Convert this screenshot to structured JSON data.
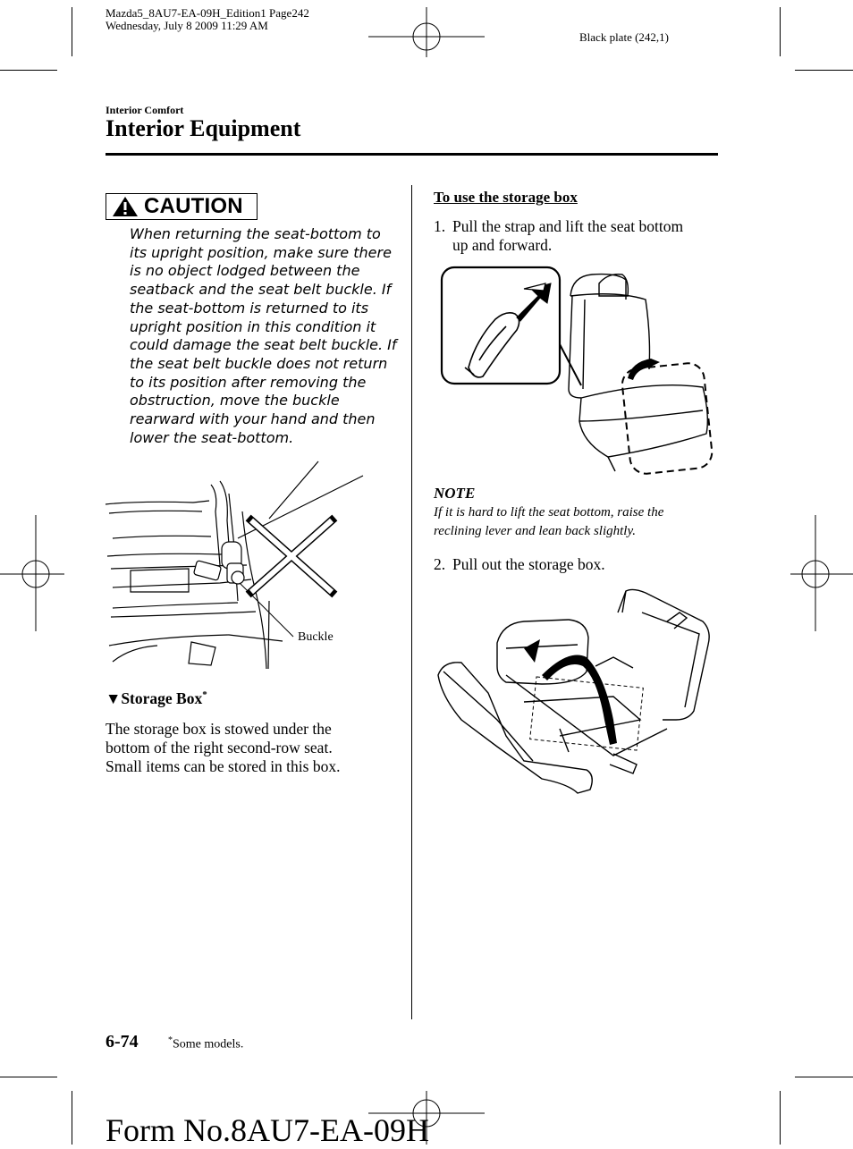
{
  "header": {
    "file_line": "Mazda5_8AU7-EA-09H_Edition1 Page242",
    "date_line": "Wednesday, July 8 2009 11:29 AM",
    "plate": "Black plate (242,1)"
  },
  "section": "Interior Comfort",
  "title": "Interior Equipment",
  "caution": {
    "label": "CAUTION",
    "lines": [
      "When returning the seat-bottom to",
      "its upright position, make sure there",
      "is no object lodged between the",
      "seatback and the seat belt buckle. If",
      "the seat-bottom is returned to its",
      "upright position in this condition it",
      "could damage the seat belt buckle. If",
      "the seat belt buckle does not return",
      "to its position after removing the",
      "obstruction, move the buckle",
      "rearward with your hand and then",
      "lower the seat-bottom."
    ]
  },
  "figure1": {
    "callout": "Buckle"
  },
  "storage_box": {
    "marker": "▼",
    "heading": "Storage Box",
    "star": "*",
    "lines": [
      "The storage box is stowed under the",
      "bottom of the right second-row seat.",
      "Small items can be stored in this box."
    ]
  },
  "right": {
    "heading": "To use the storage box",
    "step1": {
      "num": "1.",
      "line1": "Pull the strap and lift the seat bottom",
      "line2": "up and forward."
    },
    "note": {
      "heading": "NOTE",
      "line1": "If it is hard to lift the seat bottom, raise the",
      "line2": "reclining lever and lean back slightly."
    },
    "step2": {
      "num": "2.",
      "text": "Pull out the storage box."
    }
  },
  "footer": {
    "page_number": "6-74",
    "footnote_star": "*",
    "footnote_text": "Some models.",
    "form_number": "Form No.8AU7-EA-09H"
  },
  "icons": [
    "warning-triangle-icon",
    "crosshair-register-mark-icon"
  ]
}
